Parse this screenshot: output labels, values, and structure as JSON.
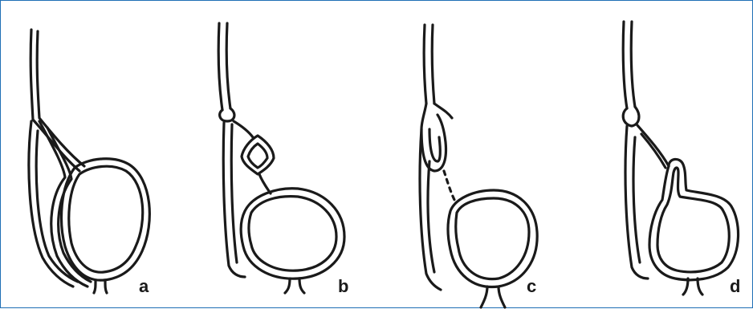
{
  "figure": {
    "panels": [
      {
        "id": "a",
        "label": "a"
      },
      {
        "id": "b",
        "label": "b"
      },
      {
        "id": "c",
        "label": "c"
      },
      {
        "id": "d",
        "label": "d"
      }
    ]
  },
  "colors": {
    "frame_border": "#1f6fb5",
    "ink": "#1a1a1a",
    "background": "#ffffff"
  }
}
